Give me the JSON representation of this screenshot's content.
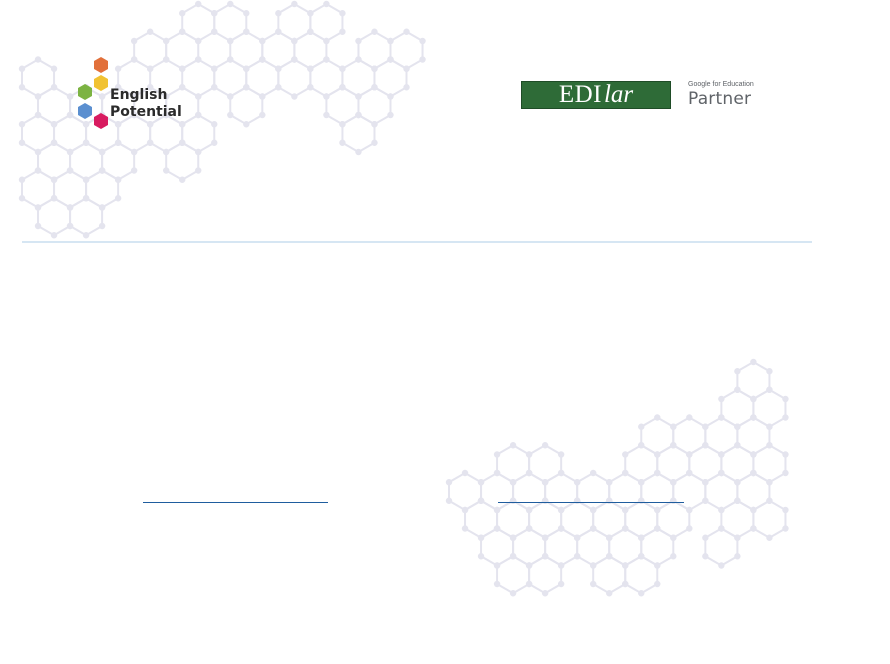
{
  "header": {
    "left_logo": {
      "name": "English Potential",
      "line1": "English",
      "line2": "Potential",
      "colors": [
        "#e2703a",
        "#6a4c9c",
        "#f1c232",
        "#7cb342",
        "#5b8fd0",
        "#d81b60"
      ]
    },
    "right_logo": {
      "brand_part1": "EDI",
      "brand_part2": "lar",
      "brand_color": "#2e6b37",
      "partner_small": "Google for Education",
      "partner_big": "Partner"
    }
  },
  "decor": {
    "hex_color": "#e4e4ee",
    "divider_color": "#d6e6f3",
    "signature_line_color": "#1f5d9e"
  },
  "signatures": {
    "left": "",
    "right": ""
  }
}
